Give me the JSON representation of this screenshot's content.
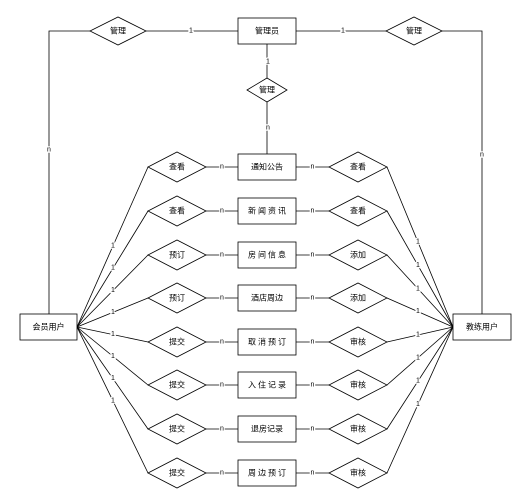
{
  "admin": {
    "label": "管理员"
  },
  "top_relations": {
    "left": {
      "label": "管理",
      "card_admin": "1",
      "card_member": "n"
    },
    "right": {
      "label": "管理",
      "card_admin": "1",
      "card_coach": "n"
    },
    "center": {
      "label": "管理",
      "card_admin": "1",
      "card_notice": "n"
    }
  },
  "member": {
    "label": "会员用户"
  },
  "coach": {
    "label": "教练用户"
  },
  "rows": [
    {
      "entity": "通知公告",
      "member_relation": "查看",
      "coach_relation": "查看",
      "member_card": "1",
      "member_entity_card": "n",
      "coach_entity_card": "n",
      "coach_card": "1"
    },
    {
      "entity": "新闻资讯",
      "member_relation": "查看",
      "coach_relation": "查看",
      "member_card": "1",
      "member_entity_card": "n",
      "coach_entity_card": "n",
      "coach_card": "1"
    },
    {
      "entity": "房间信息",
      "member_relation": "预订",
      "coach_relation": "添加",
      "member_card": "1",
      "member_entity_card": "n",
      "coach_entity_card": "n",
      "coach_card": "1"
    },
    {
      "entity": "酒店周边",
      "member_relation": "预订",
      "coach_relation": "添加",
      "member_card": "1",
      "member_entity_card": "n",
      "coach_entity_card": "n",
      "coach_card": "1"
    },
    {
      "entity": "取消预订",
      "member_relation": "提交",
      "coach_relation": "审核",
      "member_card": "1",
      "member_entity_card": "n",
      "coach_entity_card": "n",
      "coach_card": "1"
    },
    {
      "entity": "入住记录",
      "member_relation": "提交",
      "coach_relation": "审核",
      "member_card": "1",
      "member_entity_card": "n",
      "coach_entity_card": "n",
      "coach_card": "1"
    },
    {
      "entity": "退房记录",
      "member_relation": "提交",
      "coach_relation": "审核",
      "member_card": "1",
      "member_entity_card": "n",
      "coach_entity_card": "n",
      "coach_card": "1"
    },
    {
      "entity": "周边预订",
      "member_relation": "提交",
      "coach_relation": "审核",
      "member_card": "1",
      "member_entity_card": "n",
      "coach_entity_card": "n",
      "coach_card": "1"
    }
  ],
  "colors": {
    "line": "#000000",
    "fill": "#ffffff"
  }
}
